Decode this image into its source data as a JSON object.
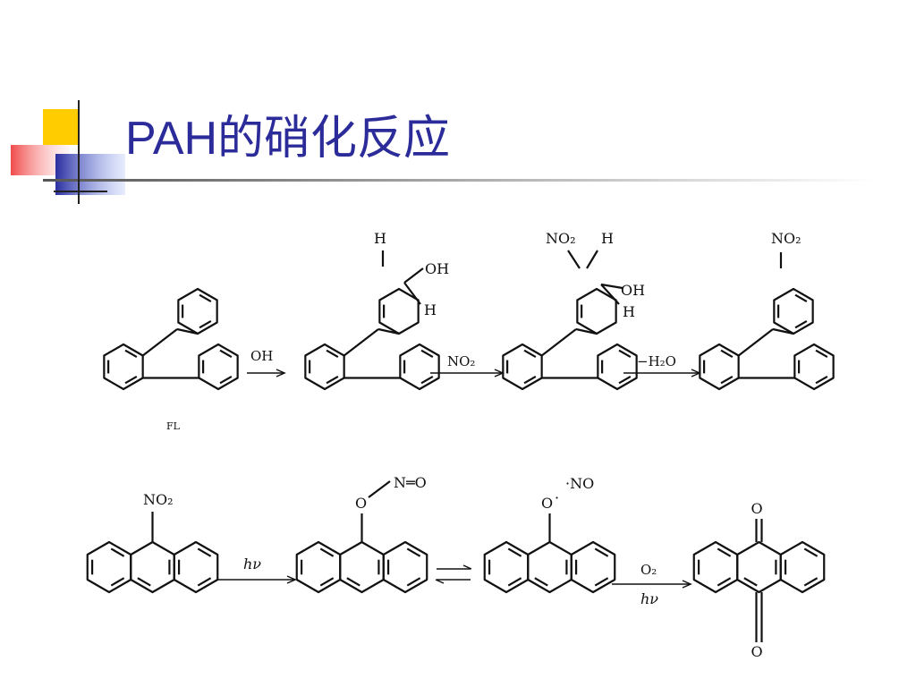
{
  "slide": {
    "title": "PAH的硝化反应"
  },
  "scheme": {
    "row1": {
      "reactant_label": "FL",
      "step1_reagent": "OH",
      "step2_reagent": "NO₂",
      "step3_reagent": "−H₂O",
      "int1_labels": {
        "top_h": "H",
        "oh": "OH",
        "h": "H"
      },
      "int2_labels": {
        "no2": "NO₂",
        "top_h": "H",
        "oh": "OH",
        "h": "H"
      },
      "product_label": "NO₂"
    },
    "row2": {
      "reactant_label": "NO₂",
      "step1_reagent": "hν",
      "int1_labels": {
        "o": "O",
        "n_eq_o": "N═O"
      },
      "int2_labels": {
        "o": "O",
        "dot": "·",
        "no": "·NO"
      },
      "step3_reagent_top": "O₂",
      "step3_reagent_bottom": "hν",
      "product_labels": {
        "o_top": "O",
        "o_bottom": "O"
      }
    }
  }
}
